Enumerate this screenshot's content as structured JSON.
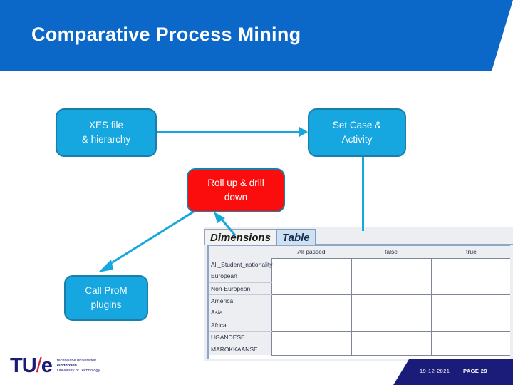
{
  "header": {
    "title": "Comparative Process Mining",
    "bar_color": "#0b68c8"
  },
  "flow": {
    "boxes": [
      {
        "id": "xes",
        "label": "XES  file\n& hierarchy",
        "fill": "#16a6e0",
        "border": "#1a7ea8",
        "text_color": "#ffffff"
      },
      {
        "id": "setcase",
        "label": "Set Case &\nActivity",
        "fill": "#16a6e0",
        "border": "#1a7ea8",
        "text_color": "#ffffff"
      },
      {
        "id": "rollup",
        "label": "Roll up & drill\ndown",
        "fill": "#fc0d0d",
        "border": "#1a7ea8",
        "text_color": "#ffffff"
      },
      {
        "id": "prom",
        "label": "Call ProM\nplugins",
        "fill": "#16a6e0",
        "border": "#1a7ea8",
        "text_color": "#ffffff"
      }
    ],
    "connector_color": "#16a6e0"
  },
  "screenshot_panel": {
    "tabs": [
      {
        "label": "Dimensions",
        "selected": false
      },
      {
        "label": "Table",
        "selected": true
      }
    ],
    "table": {
      "corner_label": "",
      "columns": [
        "All  passed",
        "false",
        "true"
      ],
      "rows": [
        {
          "label": "All_Student_nationality",
          "cells": [
            "",
            "",
            ""
          ]
        },
        {
          "label": "European",
          "cells": [
            "",
            "",
            ""
          ]
        },
        {
          "label": "Non-European",
          "cells": [
            "",
            "",
            ""
          ]
        },
        {
          "label": "America",
          "cells": [
            "",
            "",
            ""
          ]
        },
        {
          "label": "Asia",
          "cells": [
            "",
            "",
            ""
          ]
        },
        {
          "label": "Africa",
          "cells": [
            "",
            "",
            ""
          ]
        },
        {
          "label": "UGANDESE",
          "cells": [
            "",
            "",
            ""
          ]
        },
        {
          "label": "MAROKKAANSE",
          "cells": [
            "",
            "",
            ""
          ]
        }
      ]
    }
  },
  "footer": {
    "date": "19-12-2021",
    "page": "PAGE 29",
    "bar_color": "#1b1b7a"
  },
  "logo": {
    "mark_tu": "TU",
    "mark_slash": "/",
    "mark_e": "e",
    "line1": "technische universiteit",
    "line2": "eindhoven",
    "line3": "University of Technology",
    "color": "#1b1b7a",
    "slash_color": "#cf1f3d"
  }
}
